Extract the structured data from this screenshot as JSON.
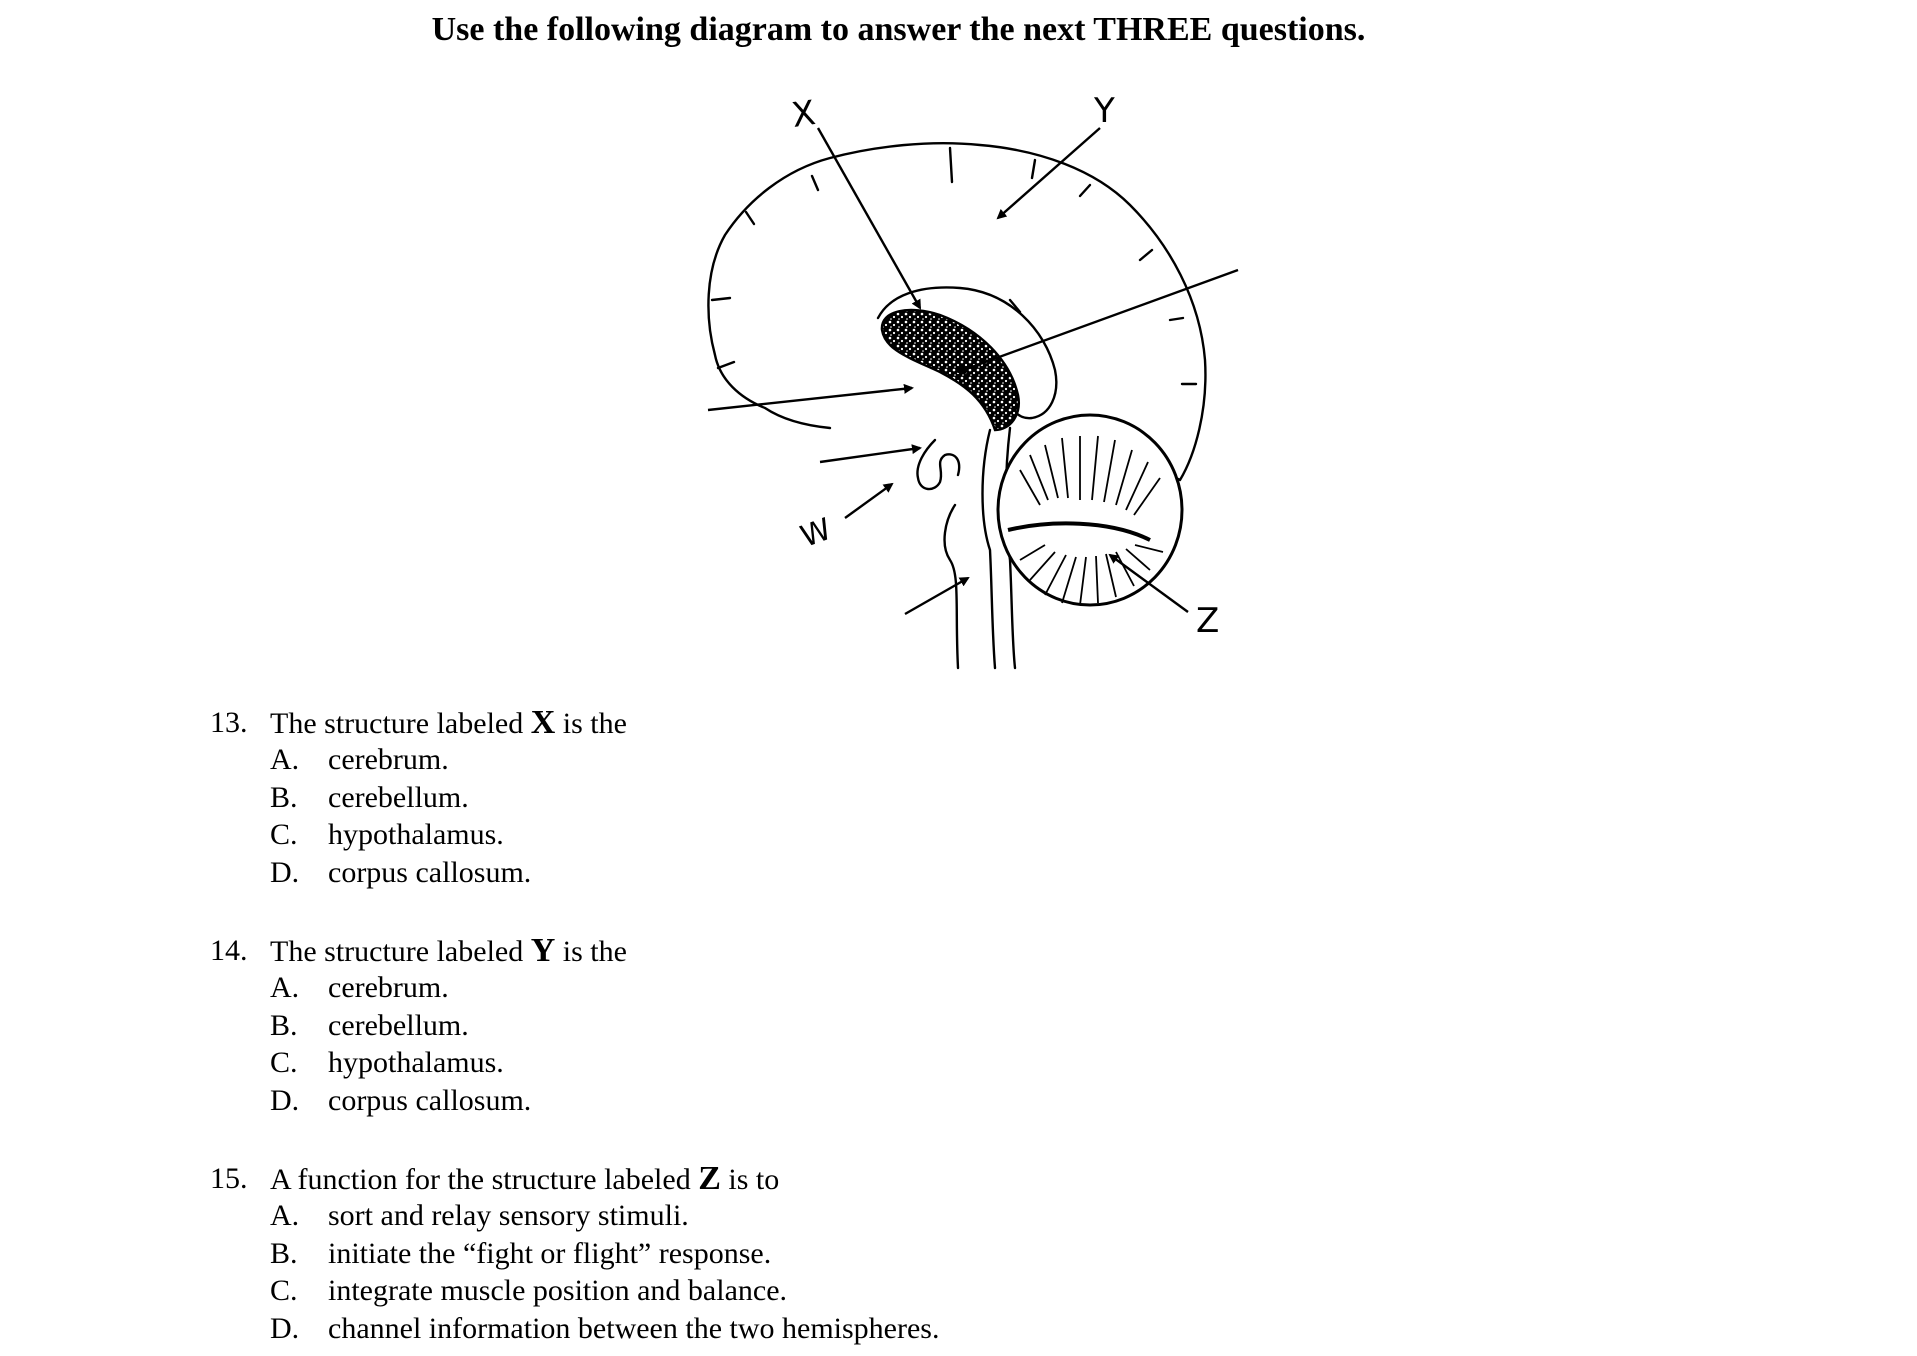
{
  "header": {
    "instruction": "Use the following diagram to answer the next THREE questions."
  },
  "diagram": {
    "labels": {
      "x": "X",
      "y": "Y",
      "w": "W",
      "z": "Z"
    },
    "icon": "brain-sagittal-section-icon"
  },
  "questions": [
    {
      "number": "13.",
      "stem_before": "The structure labeled ",
      "stem_label": "X",
      "stem_after": " is the",
      "options": [
        {
          "letter": "A.",
          "text": "cerebrum."
        },
        {
          "letter": "B.",
          "text": "cerebellum."
        },
        {
          "letter": "C.",
          "text": "hypothalamus."
        },
        {
          "letter": "D.",
          "text": "corpus callosum."
        }
      ]
    },
    {
      "number": "14.",
      "stem_before": "The structure labeled ",
      "stem_label": "Y",
      "stem_after": " is the",
      "options": [
        {
          "letter": "A.",
          "text": "cerebrum."
        },
        {
          "letter": "B.",
          "text": "cerebellum."
        },
        {
          "letter": "C.",
          "text": "hypothalamus."
        },
        {
          "letter": "D.",
          "text": "corpus callosum."
        }
      ]
    },
    {
      "number": "15.",
      "stem_before": "A function for the structure labeled ",
      "stem_label": "Z",
      "stem_after": " is to",
      "options": [
        {
          "letter": "A.",
          "text": "sort and relay sensory stimuli."
        },
        {
          "letter": "B.",
          "text": "initiate the “fight or flight” response."
        },
        {
          "letter": "C.",
          "text": "integrate muscle position and balance."
        },
        {
          "letter": "D.",
          "text": "channel information between the two hemispheres."
        }
      ]
    }
  ]
}
